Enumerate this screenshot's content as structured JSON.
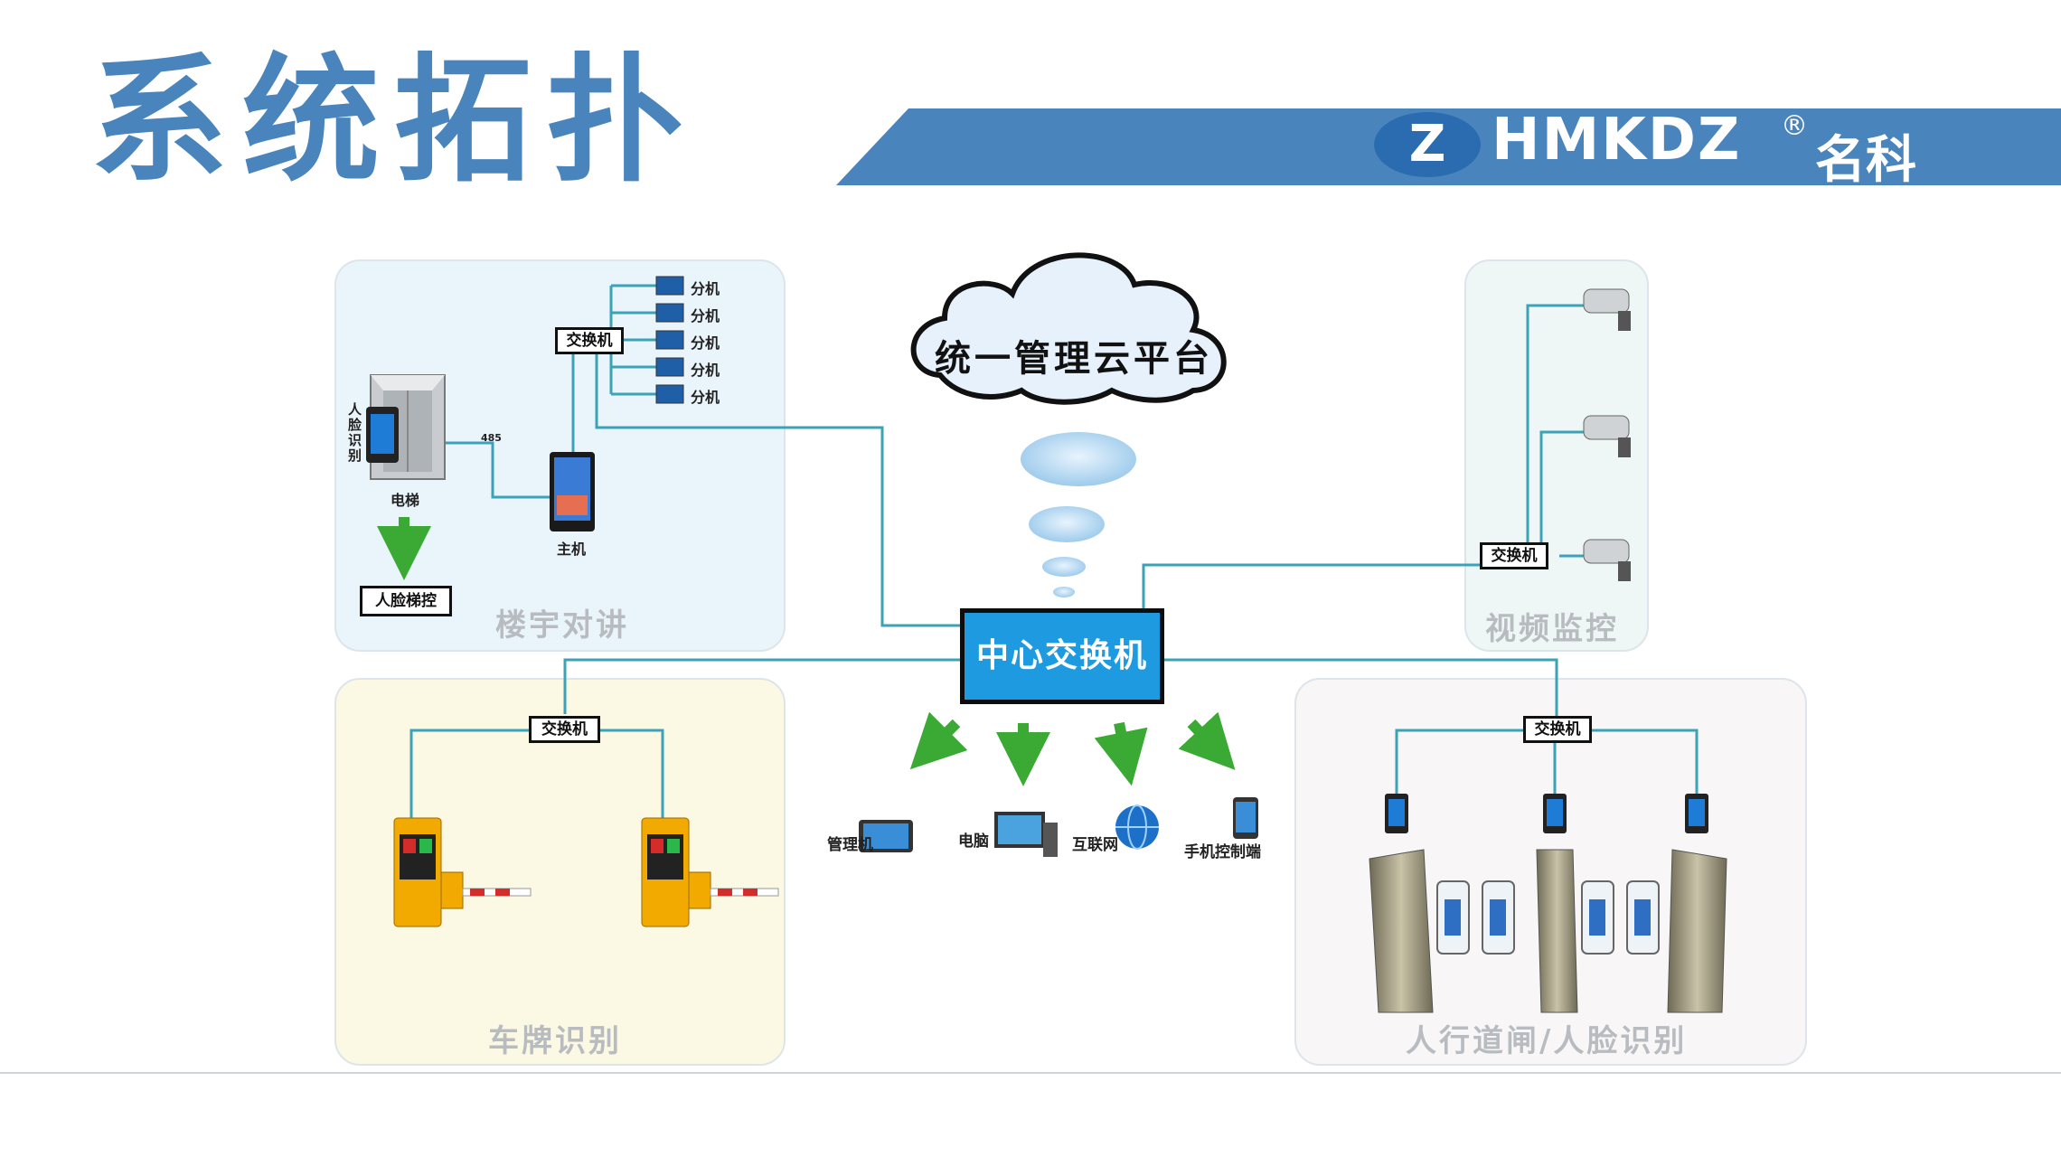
{
  "title": "系统拓扑",
  "brand": {
    "mark": "Z",
    "name": "HMKDZ",
    "reg": "®",
    "cn": "名科"
  },
  "colors": {
    "title": "#4a84bd",
    "banner": "#4a84bd",
    "center_switch": "#1e9be0",
    "arrow": "#3aaa35",
    "line": "#3aa3b8"
  },
  "cloud": {
    "label": "统一管理云平台"
  },
  "center_switch": {
    "label": "中心交换机"
  },
  "intercom": {
    "label": "楼宇对讲",
    "switch": "交换机",
    "extensions": [
      "分机",
      "分机",
      "分机",
      "分机",
      "分机"
    ],
    "elevator": "电梯",
    "face": "人脸识别",
    "host": "主机",
    "face_control": "人脸梯控",
    "cable": "485"
  },
  "video": {
    "label": "视频监控",
    "switch": "交换机"
  },
  "plate": {
    "label": "车牌识别",
    "switch": "交换机"
  },
  "gate": {
    "label": "人行道闸/人脸识别",
    "switch": "交换机"
  },
  "terminals": [
    {
      "label": "管理机",
      "icon": "management-terminal-icon"
    },
    {
      "label": "电脑",
      "icon": "computer-icon"
    },
    {
      "label": "互联网",
      "icon": "globe-icon"
    },
    {
      "label": "手机控制端",
      "icon": "phone-icon"
    }
  ]
}
